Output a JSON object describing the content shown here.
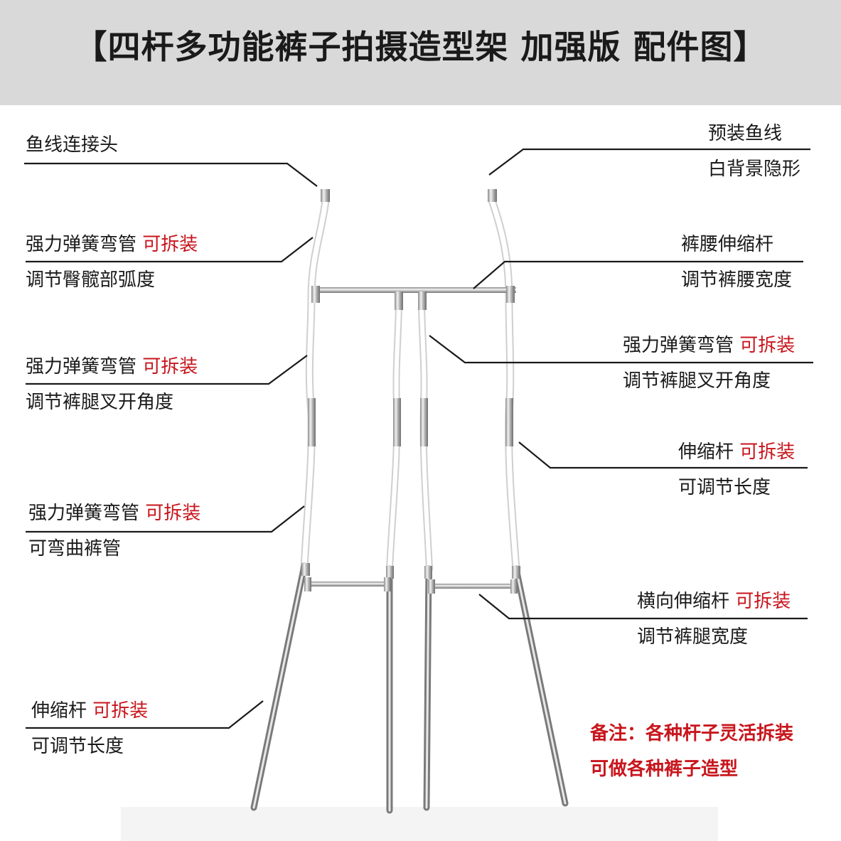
{
  "header": {
    "title": "【四杆多功能裤子拍摄造型架 加强版 配件图】"
  },
  "labels": {
    "l1": {
      "line1": "鱼线连接头"
    },
    "l2": {
      "line1": "强力弹簧弯管",
      "red": "可拆装",
      "line2": "调节臀髋部弧度"
    },
    "l3": {
      "line1": "强力弹簧弯管",
      "red": "可拆装",
      "line2": "调节裤腿叉开角度"
    },
    "l4": {
      "line1": "强力弹簧弯管",
      "red": "可拆装",
      "line2": "可弯曲裤管"
    },
    "l5": {
      "line1": "伸缩杆",
      "red": "可拆装",
      "line2": "可调节长度"
    },
    "r1": {
      "line1": "预装鱼线",
      "line2": "白背景隐形"
    },
    "r2": {
      "line1": "裤腰伸缩杆",
      "line2": "调节裤腰宽度"
    },
    "r3": {
      "line1": "强力弹簧弯管",
      "red": "可拆装",
      "line2": "调节裤腿叉开角度"
    },
    "r4": {
      "line1": "伸缩杆",
      "red": "可拆装",
      "line2": "可调节长度"
    },
    "r5": {
      "line1": "横向伸缩杆",
      "red": "可拆装",
      "line2": "调节裤腿宽度"
    }
  },
  "note": {
    "line1": "备注：各种杆子灵活拆装",
    "line2": "可做各种裤子造型"
  },
  "colors": {
    "accent_red": "#c8161d",
    "header_bg": "#d9d9d9",
    "text": "#1a1a1a"
  }
}
